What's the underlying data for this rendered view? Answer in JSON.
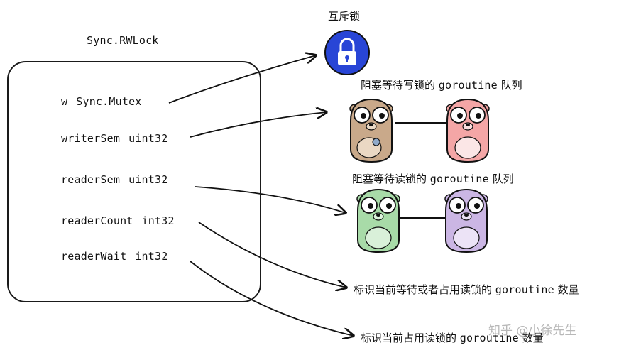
{
  "struct": {
    "title": "Sync.RWLock",
    "fields": [
      {
        "name": "w",
        "type": "Sync.Mutex"
      },
      {
        "name": "writerSem",
        "type": "uint32"
      },
      {
        "name": "readerSem",
        "type": "uint32"
      },
      {
        "name": "readerCount",
        "type": "int32"
      },
      {
        "name": "readerWait",
        "type": "int32"
      }
    ]
  },
  "mutex": {
    "label": "互斥锁",
    "icon": "lock-icon",
    "color": "#2845d6"
  },
  "writer_queue": {
    "prefix": "阻塞等待写锁的",
    "keyword": "goroutine",
    "suffix": "队列",
    "colors": [
      "#c9a98a",
      "#f4a6a6"
    ]
  },
  "reader_queue": {
    "prefix": "阻塞等待读锁的",
    "keyword": "goroutine",
    "suffix": "队列",
    "colors": [
      "#a8dba8",
      "#cbb6e4"
    ]
  },
  "reader_count": {
    "prefix": "标识当前等待或者占用读锁的",
    "keyword": "goroutine",
    "suffix": "数量"
  },
  "reader_wait": {
    "prefix": "标识当前占用读锁的",
    "keyword": "goroutine",
    "suffix": "数量"
  },
  "watermark": "知乎 @小徐先生"
}
